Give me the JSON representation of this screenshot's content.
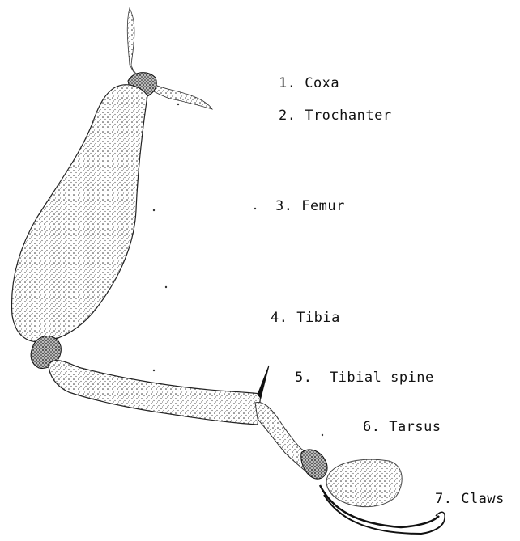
{
  "labels": [
    {
      "text": "1. Coxa"
    },
    {
      "text": "2. Trochanter"
    },
    {
      "text": "3. Femur"
    },
    {
      "text": "4. Tibia"
    },
    {
      "text": "5.  Tibial spine"
    },
    {
      "text": "6. Tarsus"
    },
    {
      "text": "7. Claws"
    }
  ],
  "colors": {
    "ink": "#111111",
    "background": "#ffffff"
  }
}
